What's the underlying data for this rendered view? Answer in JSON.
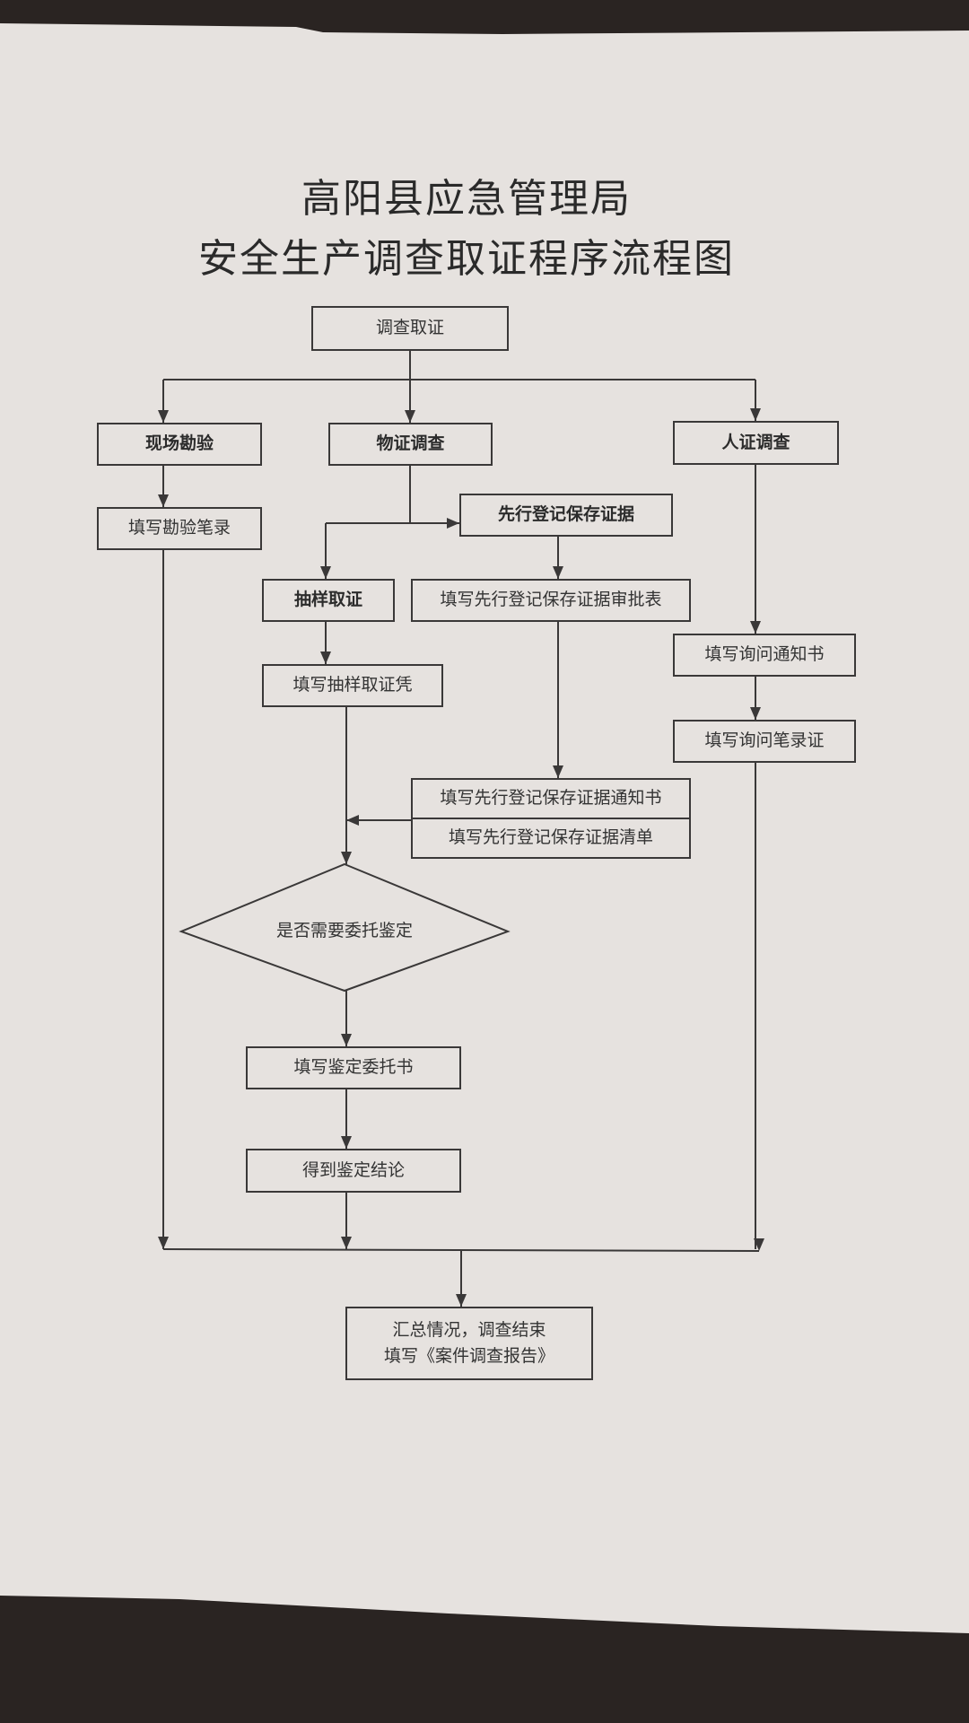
{
  "document": {
    "title_line1": "高阳县应急管理局",
    "title_line2": "安全生产调查取证程序流程图"
  },
  "colors": {
    "paper": "#e6e2df",
    "background": "#2a2422",
    "line": "#3a3838",
    "text": "#333333"
  },
  "flowchart": {
    "start": "调查取证",
    "branch_scene": {
      "title": "现场勘验",
      "step1": "填写勘验笔录"
    },
    "branch_physical": {
      "title": "物证调查",
      "preserve": "先行登记保存证据",
      "approval": "填写先行登记保存证据审批表",
      "notice": "填写先行登记保存证据通知书",
      "list": "填写先行登记保存证据清单",
      "sampling": "抽样取证",
      "sampling_voucher": "填写抽样取证凭",
      "decision": "是否需要委托鉴定",
      "commission": "填写鉴定委托书",
      "conclusion": "得到鉴定结论"
    },
    "branch_witness": {
      "title": "人证调查",
      "notice": "填写询问通知书",
      "record": "填写询问笔录证"
    },
    "end": {
      "line1": "汇总情况，调查结束",
      "line2": "填写《案件调查报告》"
    }
  }
}
